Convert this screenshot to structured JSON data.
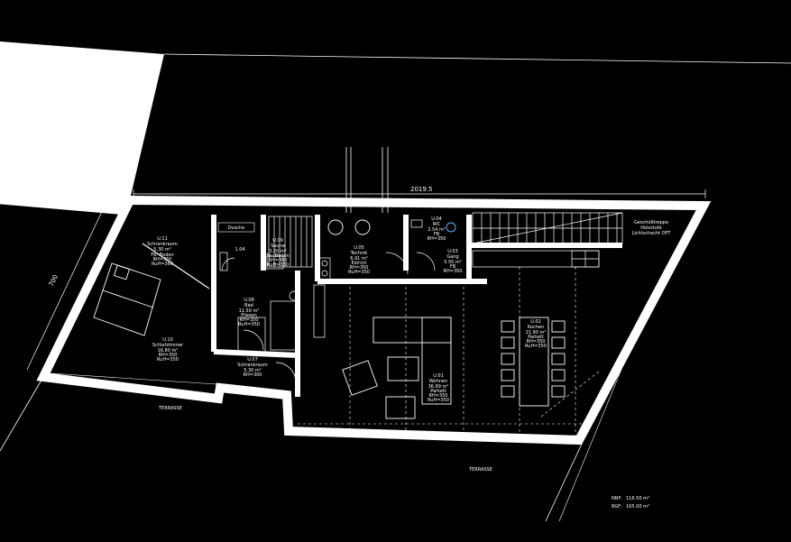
{
  "dimensions": {
    "top_width": "2019.5",
    "left_side": "700"
  },
  "rooms": [
    {
      "id": "U.11",
      "name": "Schrankraum",
      "area": "5.30 m²",
      "lines": [
        "Fb: Boden",
        "RH=360",
        "RuH=360"
      ]
    },
    {
      "id": "",
      "name": "Dusche",
      "area": "",
      "lines": []
    },
    {
      "id": "U.09",
      "name": "Sauna",
      "area": "3.20 m²",
      "lines": [
        "Fb: Boden",
        "RH=300",
        "RuH=350"
      ]
    },
    {
      "id": "U.05",
      "name": "Technik",
      "area": "6.91 m²",
      "lines": [
        "Estrich",
        "RH=350",
        "RuH=350"
      ]
    },
    {
      "id": "U.04",
      "name": "WC",
      "area": "2.54 m²",
      "lines": [
        "FB",
        "RH=350"
      ]
    },
    {
      "id": "U.03",
      "name": "Gang",
      "area": "5.50 m²",
      "lines": [
        "FB",
        "RH=350"
      ]
    },
    {
      "id": "U.08",
      "name": "Bad",
      "area": "11.50 m²",
      "lines": [
        "Fliesen",
        "RH=350",
        "RuH=350"
      ]
    },
    {
      "id": "U.10",
      "name": "Schlafzimmer",
      "area": "16.80 m²",
      "lines": [
        "RH=350",
        "RuH=350"
      ]
    },
    {
      "id": "U.07",
      "name": "Schrankraum",
      "area": "5.30 m²",
      "lines": [
        "RH=300"
      ]
    },
    {
      "id": "U.01",
      "name": "Wohnen",
      "area": "36.99 m²",
      "lines": [
        "Parkett",
        "RH=350",
        "RuH=350"
      ]
    },
    {
      "id": "U.02",
      "name": "Kochen",
      "area": "21.90 m²",
      "lines": [
        "Parkett",
        "RH=350",
        "RuH=350"
      ]
    }
  ],
  "small_tags": {
    "shower_tag": "1.04",
    "stair_note": [
      "Geschoßtreppe",
      "Holzstufe",
      "Lichtschacht OFT"
    ]
  },
  "terraces": [
    "TERRASSE",
    "TERRASSE"
  ],
  "summary": [
    {
      "label": "NNF:",
      "value": "116.50 m²"
    },
    {
      "label": "BGF:",
      "value": "165.00 m²"
    }
  ]
}
